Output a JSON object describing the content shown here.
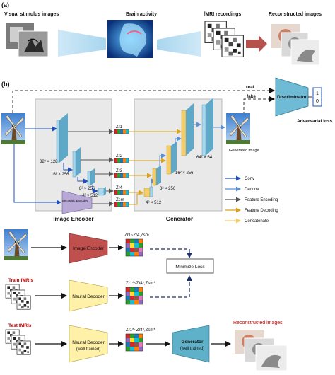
{
  "panel_a": {
    "label": "(a)",
    "visual_stimulus": "Visual stimulus images",
    "brain_activity": "Brain activity",
    "fmri_recordings": "fMRI recordings",
    "reconstructed_images": "Reconstructed images"
  },
  "panel_b": {
    "label": "(b)",
    "real": "real",
    "fake": "fake",
    "discriminator": "Discriminator",
    "disc_bit_1": "1",
    "disc_bit_0": "0",
    "adversarial_loss": "Adversarial loss",
    "generated_image": "Generated image",
    "image_encoder": "Image Encoder",
    "generator": "Generator",
    "semantic_encoder": "Semantic Encoder",
    "dims": {
      "enc1": "32² × 128",
      "enc2": "16² × 256",
      "enc3": "8² × 256",
      "enc4": "4² × 512",
      "gen1": "4² × 512",
      "gen2": "8² × 256",
      "gen3": "16² × 256",
      "gen4": "64² × 64"
    },
    "z": {
      "z1": "Zℓ1",
      "z2": "Zℓ2",
      "z3": "Zℓ3",
      "z4": "Zℓ4",
      "zsm": "Zsm"
    },
    "legend": [
      {
        "label": "Conv",
        "color": "#1f4fbf"
      },
      {
        "label": "Deconv",
        "color": "#5b8fd6"
      },
      {
        "label": "Feature Encoding",
        "color": "#555555"
      },
      {
        "label": "Feature Decoding",
        "color": "#d9a21b"
      },
      {
        "label": "Concatenate",
        "color": "#f4cd6a"
      }
    ]
  },
  "panel_c": {
    "image_encoder": "Image Encoder",
    "train_fmris": "Train fMRIs",
    "neural_decoder": "Neural Decoder",
    "test_fmris": "Test fMRIs",
    "neural_decoder_trained_1": "Neural Decoder",
    "neural_decoder_trained_2": "(well trained)",
    "generator_1": "Generator",
    "generator_2": "(well trained)",
    "z_true": "Zℓ1~Zℓ4,Zsm",
    "z_pred_1": "Zℓ1*~Zℓ4*,Zsm*",
    "z_pred_2": "Zℓ1*~Zℓ4*,Zsm*",
    "minimize_loss": "Minimize Loss",
    "reconstructed_images": "Reconstructed images"
  },
  "colors": {
    "arrow_blue": "#1f4fbf",
    "feature_dark": "#555555",
    "feature_orange": "#d9a21b",
    "concat_yellow": "#f4cd6a",
    "encoder_red": "#c0504d",
    "decoder_yellow": "#fff2a8",
    "generator_teal": "#5fb1c9",
    "discriminator_teal": "#6fbad4"
  }
}
